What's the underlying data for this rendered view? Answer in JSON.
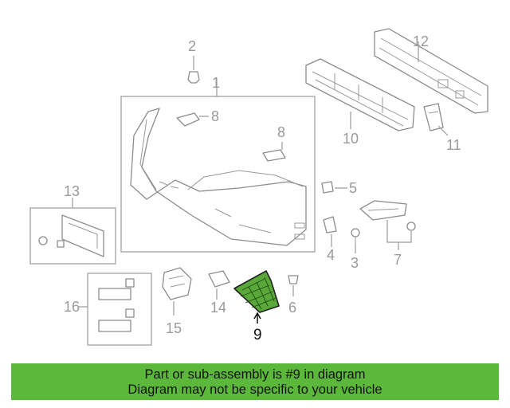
{
  "callouts": {
    "c1": "1",
    "c2": "2",
    "c3": "3",
    "c4": "4",
    "c5": "5",
    "c6": "6",
    "c7": "7",
    "c8a": "8",
    "c8b": "8",
    "c9": "9",
    "c10": "10",
    "c11": "11",
    "c12": "12",
    "c13": "13",
    "c14": "14",
    "c15": "15",
    "c16": "16"
  },
  "highlight_color": "#5aa83a",
  "banner": {
    "line1": "Part or sub-assembly is #9 in diagram",
    "line2": "Diagram may not be specific to your vehicle",
    "background": "#5cb83a"
  }
}
